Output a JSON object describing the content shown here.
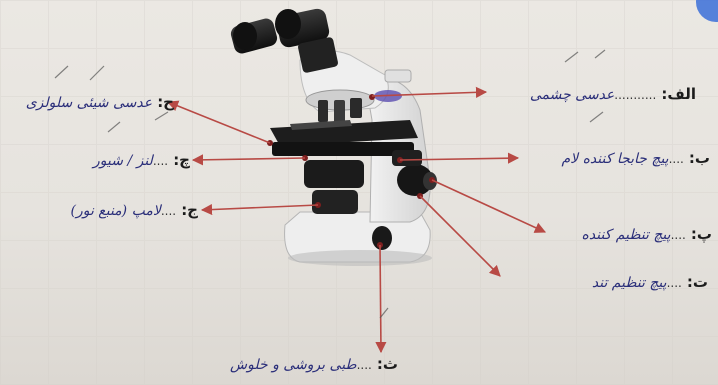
{
  "labels": {
    "top_right": {
      "letter": "الف:",
      "dots": "...........",
      "answer": "عدسی چشمی"
    },
    "right_2": {
      "letter": "ب:",
      "dots": "....",
      "answer": "پیچ جابجا کننده لام"
    },
    "right_3": {
      "letter": "پ:",
      "dots": "....",
      "answer": "پیچ تنظیم کننده"
    },
    "right_4": {
      "letter": "ت:",
      "dots": "....",
      "answer": "پیچ تنظیم تند"
    },
    "bottom": {
      "letter": "ث:",
      "dots": "....",
      "answer": "طبی بروشی و خلوش"
    },
    "left_1": {
      "letter": "ح:",
      "dots": "",
      "answer": "عدسی شیئی سلولزی"
    },
    "left_2": {
      "letter": "چ:",
      "dots": "....",
      "answer": "لنز / شیور"
    },
    "left_3": {
      "letter": "ج:",
      "dots": "....",
      "answer": "لامپ (منبع نور)"
    }
  },
  "colors": {
    "arrow": "#b84a45",
    "marker": "#7d1f1f",
    "ink": "#2b2f7a"
  }
}
